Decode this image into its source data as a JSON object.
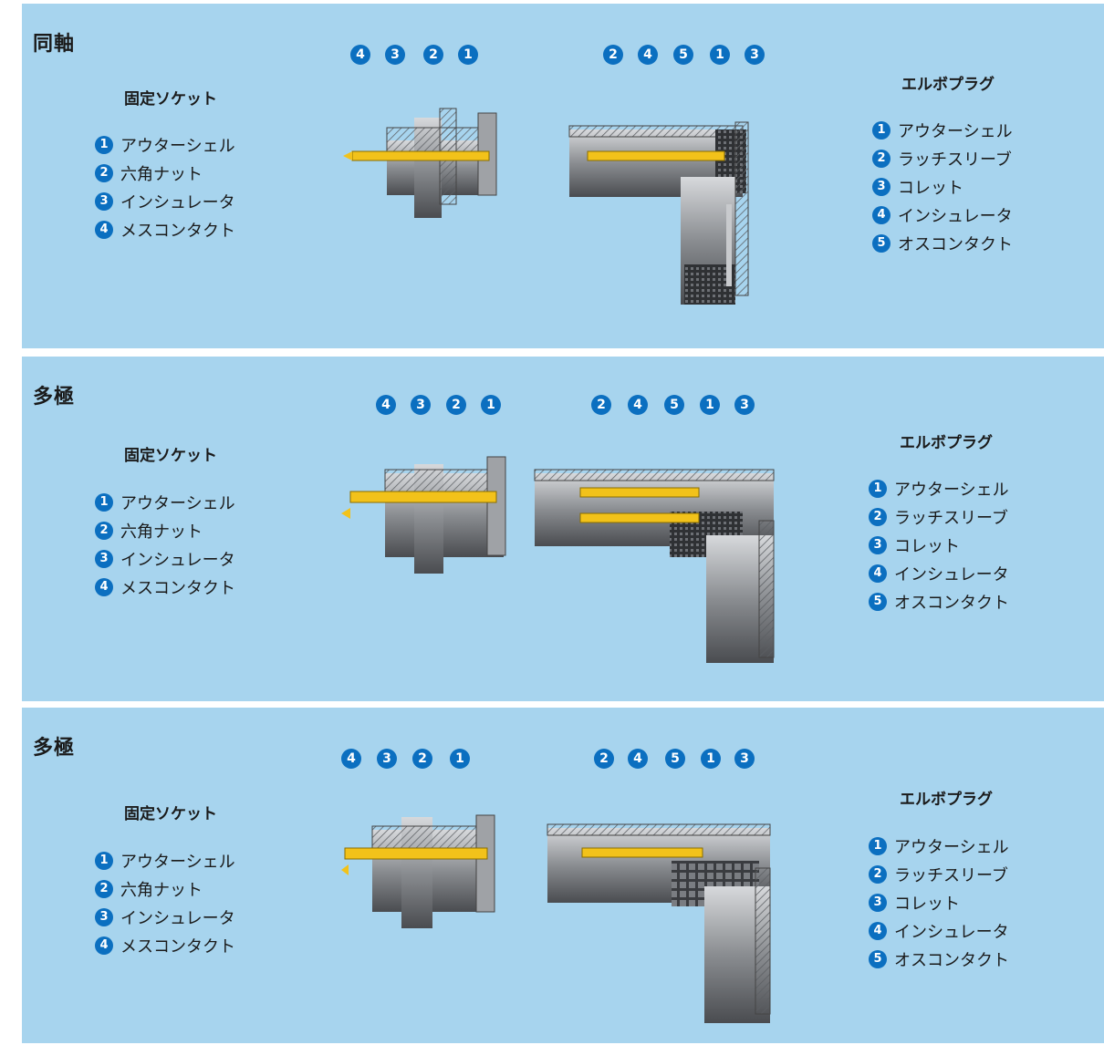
{
  "sections": [
    {
      "title": "同軸",
      "socket": {
        "title": "固定ソケット",
        "callouts": [
          "4",
          "3",
          "2",
          "1"
        ],
        "items": [
          {
            "num": "1",
            "label": "アウターシェル"
          },
          {
            "num": "2",
            "label": "六角ナット"
          },
          {
            "num": "3",
            "label": "インシュレータ"
          },
          {
            "num": "4",
            "label": "メスコンタクト"
          }
        ]
      },
      "plug": {
        "title": "エルボプラグ",
        "callouts": [
          "2",
          "4",
          "5",
          "1",
          "3"
        ],
        "items": [
          {
            "num": "1",
            "label": "アウターシェル"
          },
          {
            "num": "2",
            "label": "ラッチスリーブ"
          },
          {
            "num": "3",
            "label": "コレット"
          },
          {
            "num": "4",
            "label": "インシュレータ"
          },
          {
            "num": "5",
            "label": "オスコンタクト"
          }
        ]
      }
    },
    {
      "title": "多極",
      "socket": {
        "title": "固定ソケット",
        "callouts": [
          "4",
          "3",
          "2",
          "1"
        ],
        "items": [
          {
            "num": "1",
            "label": "アウターシェル"
          },
          {
            "num": "2",
            "label": "六角ナット"
          },
          {
            "num": "3",
            "label": "インシュレータ"
          },
          {
            "num": "4",
            "label": "メスコンタクト"
          }
        ]
      },
      "plug": {
        "title": "エルボプラグ",
        "callouts": [
          "2",
          "4",
          "5",
          "1",
          "3"
        ],
        "items": [
          {
            "num": "1",
            "label": "アウターシェル"
          },
          {
            "num": "2",
            "label": "ラッチスリーブ"
          },
          {
            "num": "3",
            "label": "コレット"
          },
          {
            "num": "4",
            "label": "インシュレータ"
          },
          {
            "num": "5",
            "label": "オスコンタクト"
          }
        ]
      }
    },
    {
      "title": "多極",
      "socket": {
        "title": "固定ソケット",
        "callouts": [
          "4",
          "3",
          "2",
          "1"
        ],
        "items": [
          {
            "num": "1",
            "label": "アウターシェル"
          },
          {
            "num": "2",
            "label": "六角ナット"
          },
          {
            "num": "3",
            "label": "インシュレータ"
          },
          {
            "num": "4",
            "label": "メスコンタクト"
          }
        ]
      },
      "plug": {
        "title": "エルボプラグ",
        "callouts": [
          "2",
          "4",
          "5",
          "1",
          "3"
        ],
        "items": [
          {
            "num": "1",
            "label": "アウターシェル"
          },
          {
            "num": "2",
            "label": "ラッチスリーブ"
          },
          {
            "num": "3",
            "label": "コレット"
          },
          {
            "num": "4",
            "label": "インシュレータ"
          },
          {
            "num": "5",
            "label": "オスコンタクト"
          }
        ]
      }
    }
  ],
  "colors": {
    "panel_bg": "#a7d4ee",
    "badge": "#0b6fc0",
    "metal": "#8a8d91",
    "contact_gold": "#f2c21a"
  }
}
